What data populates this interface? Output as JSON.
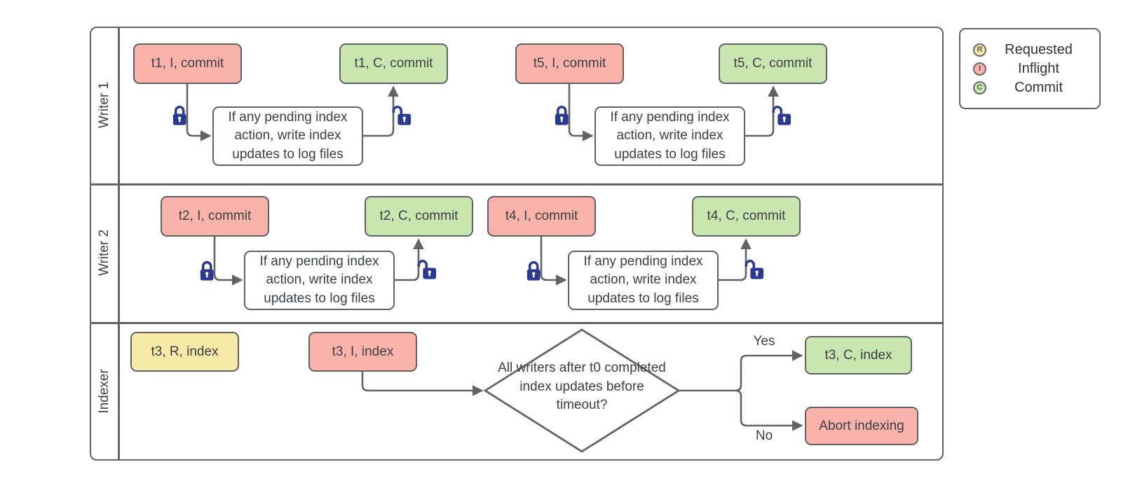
{
  "lanes": [
    {
      "label": "Writer 1"
    },
    {
      "label": "Writer 2"
    },
    {
      "label": "Indexer"
    }
  ],
  "nodes": {
    "t1_i": "t1, I, commit",
    "t1_c": "t1, C, commit",
    "t5_i": "t5, I, commit",
    "t5_c": "t5, C, commit",
    "t2_i": "t2, I, commit",
    "t2_c": "t2, C, commit",
    "t4_i": "t4, I, commit",
    "t4_c": "t4, C, commit",
    "t3_r": "t3, R, index",
    "t3_i": "t3, I, index",
    "t3_c": "t3, C, index",
    "abort": "Abort indexing",
    "process": "If any pending index action, write index updates to log files",
    "decision": "All writers after t0 completed index updates before timeout?"
  },
  "edges": {
    "yes_label": "Yes",
    "no_label": "No"
  },
  "legend": {
    "items": [
      {
        "letter": "R",
        "label": "Requested",
        "color": "#f7e9a8"
      },
      {
        "letter": "I",
        "label": "Inflight",
        "color": "#f9b3aa"
      },
      {
        "letter": "C",
        "label": "Commit",
        "color": "#c9e6b1"
      }
    ]
  },
  "colors": {
    "inflight": "#f9b3aa",
    "commit": "#c9e6b1",
    "requested": "#f7e9a8",
    "line": "#636363",
    "lock": "#2b3a91"
  }
}
